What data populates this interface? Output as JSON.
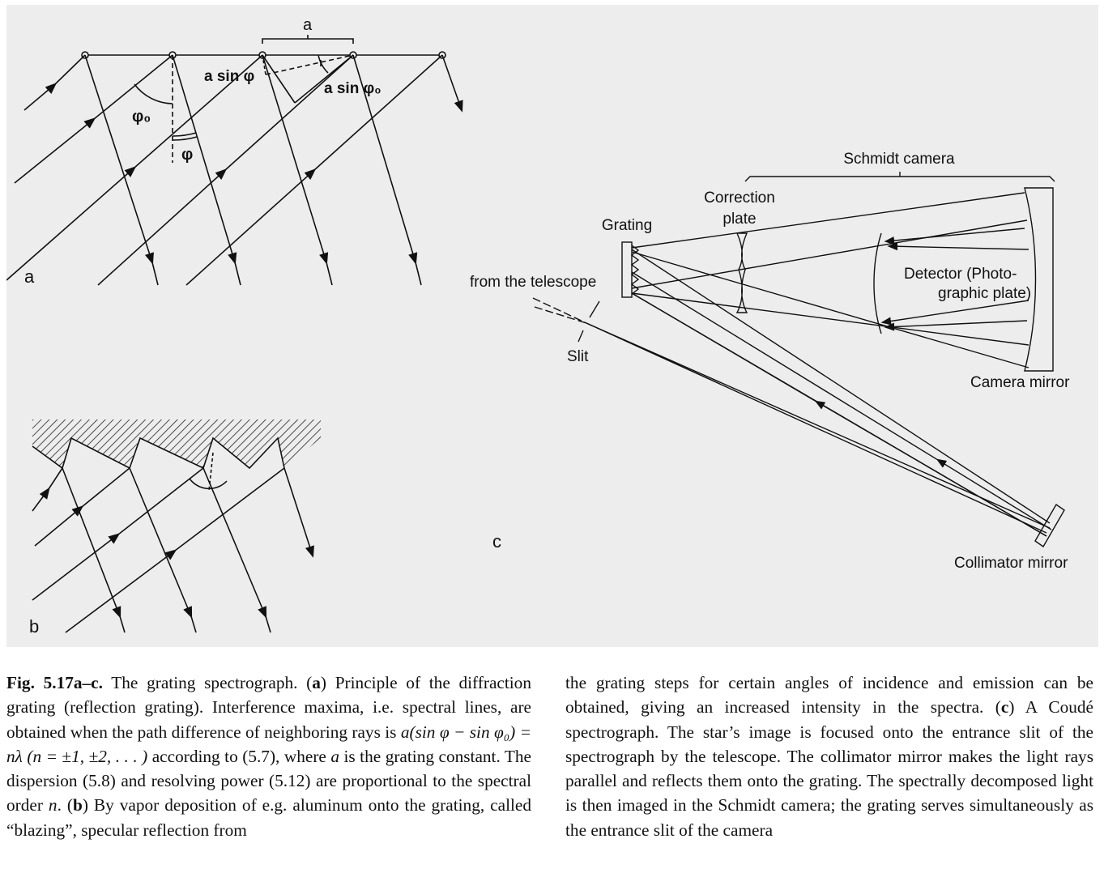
{
  "figure": {
    "panel_a": {
      "panel_label": "a",
      "grating_constant_label": "a",
      "path_difference_1": "a sin φ",
      "path_difference_2": "a sin φ₀",
      "angle_incidence": "φ₀",
      "angle_emission": "φ"
    },
    "panel_b": {
      "panel_label": "b"
    },
    "panel_c": {
      "panel_label": "c",
      "labels": {
        "schmidt_camera": "Schmidt camera",
        "correction_plate_1": "Correction",
        "correction_plate_2": "plate",
        "grating": "Grating",
        "from_telescope": "from the telescope",
        "slit": "Slit",
        "detector_1": "Detector (Photo-",
        "detector_2": "graphic plate)",
        "camera_mirror": "Camera mirror",
        "collimator_mirror": "Collimator mirror"
      }
    }
  },
  "caption": {
    "left": {
      "fig_label": "Fig. 5.17a–c.",
      "t1": " The grating spectrograph. (",
      "a_mark": "a",
      "t2": ") Principle of the diffraction grating (reflection grating). Interference maxima, i.e. spectral lines, are obtained when the path difference of neighboring rays is ",
      "formula": "a(sin φ − sin φ₀) = nλ (n = ±1, ±2, . . . )",
      "t3": " according to (5.7), where ",
      "a_var": "a",
      "t4": " is the grating constant. The dispersion (5.8) and resolving power (5.12) are proportional to the spectral order ",
      "n_var": "n",
      "t5": ". (",
      "b_mark": "b",
      "t6": ") By vapor deposition of e.g. aluminum onto the grating, called “blazing”, specular reflection from"
    },
    "right": {
      "t1": "the grating steps for certain angles of incidence and emission can be obtained, giving an increased intensity in the spectra. (",
      "c_mark": "c",
      "t2": ") A Coudé spectrograph. The star’s image is focused onto the entrance slit of the spectrograph by the telescope. The collimator mirror makes the light rays parallel and reflects them onto the grating. The spectrally decomposed light is then imaged in the Schmidt camera; the grating serves simultaneously as the entrance slit of the camera"
    }
  }
}
